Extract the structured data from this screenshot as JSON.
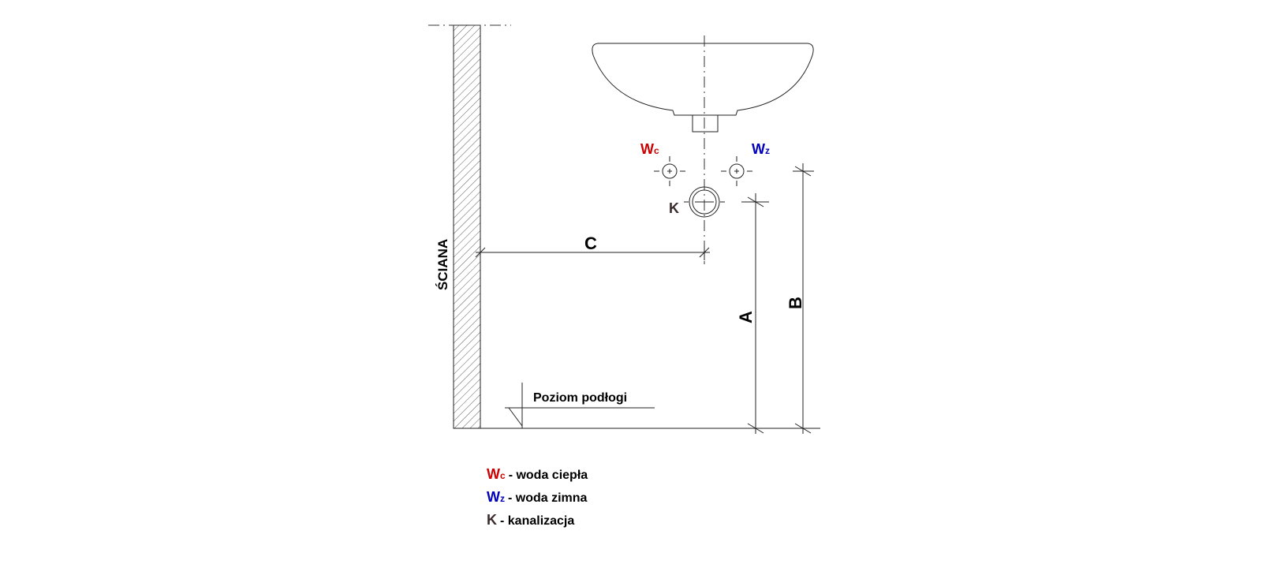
{
  "labels": {
    "wall": "ŚCIANA",
    "floor_level": "Poziom podłogi",
    "dim_a": "A",
    "dim_b": "B",
    "dim_c": "C",
    "wc_main": "W",
    "wc_sub": "c",
    "wz_main": "W",
    "wz_sub": "z",
    "k": "K"
  },
  "legend": [
    {
      "symbol": "W",
      "sub": "c",
      "text": "- woda ciepła",
      "color": "#cc0000"
    },
    {
      "symbol": "W",
      "sub": "z",
      "text": "- woda  zimna",
      "color": "#0000bb"
    },
    {
      "symbol": "K",
      "sub": "",
      "text": "- kanalizacja",
      "color": "#3a2a2a"
    }
  ],
  "colors": {
    "hot": "#cc0000",
    "cold": "#0000bb",
    "sewer": "#3a2a2a"
  }
}
